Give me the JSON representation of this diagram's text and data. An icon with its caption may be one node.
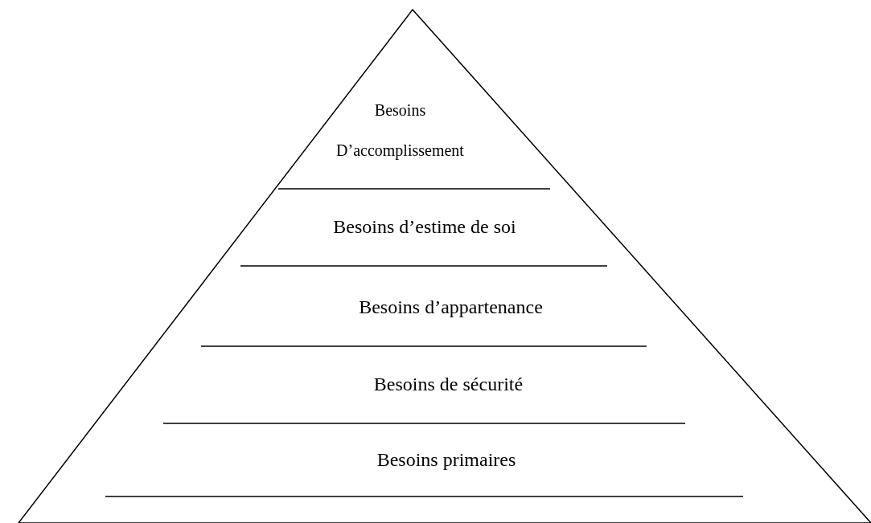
{
  "diagram": {
    "nodes": [
      {
        "text": [],
        "shape": "triangle"
      },
      {
        "text": [
          "Besoins D’accomplissement"
        ],
        "in": 0
      },
      {
        "text": [
          "Besoins d’estime de soi"
        ],
        "in": 0
      },
      {
        "text": [
          "Besoins d’appartenance"
        ],
        "in": 0
      },
      {
        "text": [
          "Besoins de sécurité"
        ],
        "in": 0
      },
      {
        "text": [
          "Besoins primaires"
        ],
        "in": 0
      }
    ]
  }
}
